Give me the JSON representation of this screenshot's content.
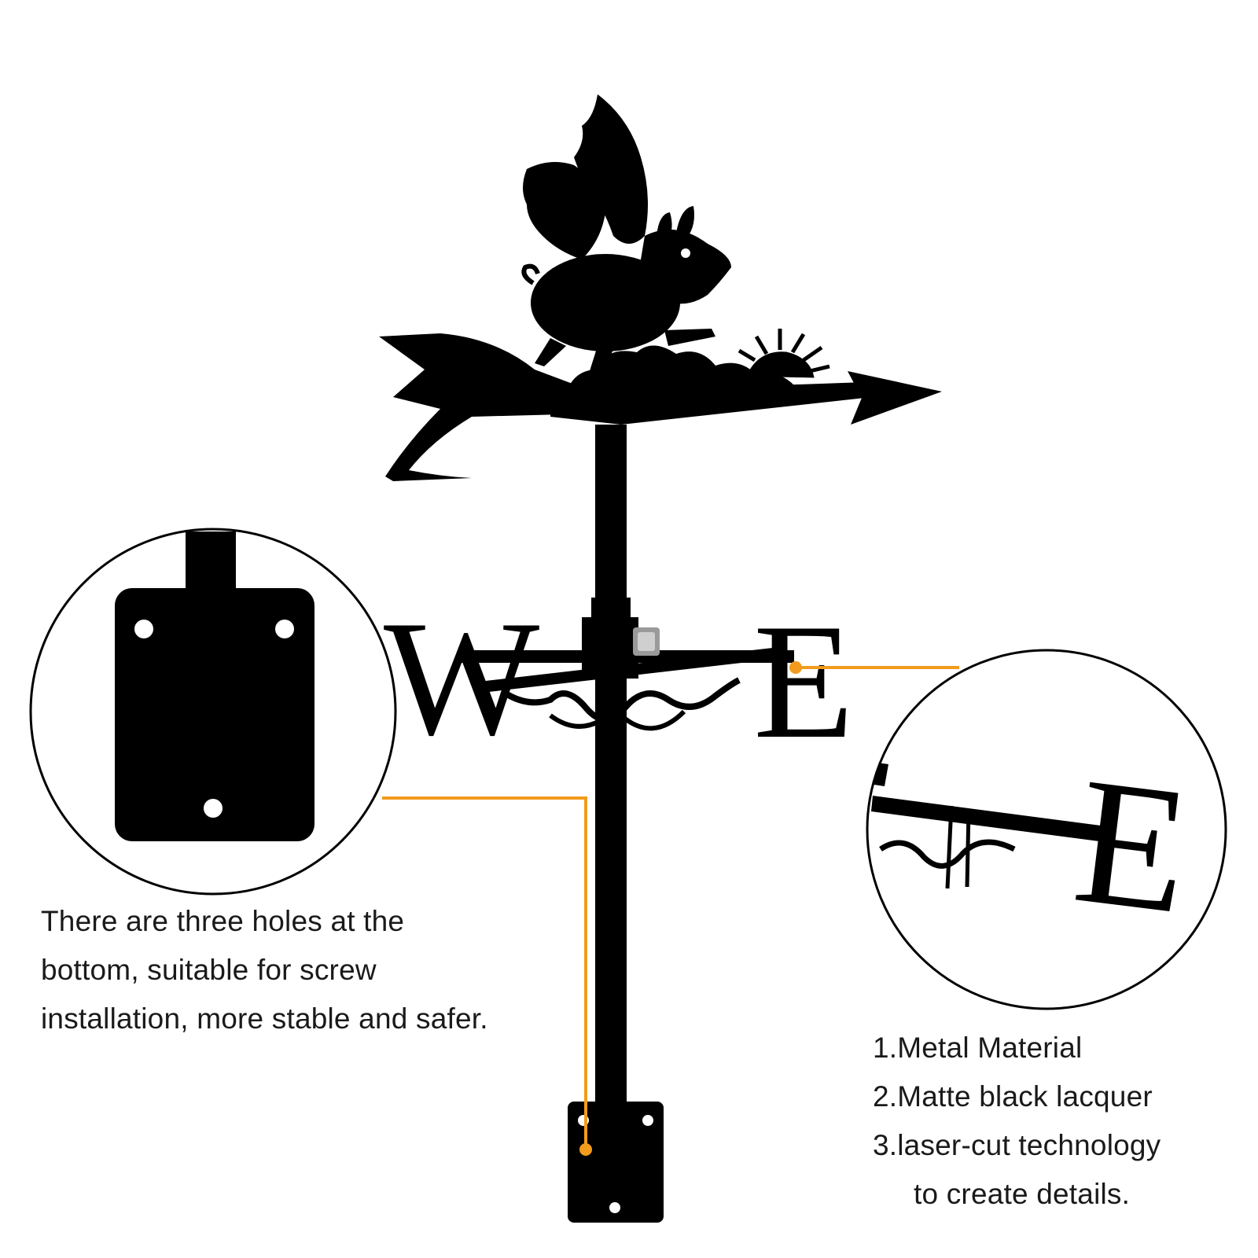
{
  "compass": {
    "west": "W",
    "east": "E"
  },
  "zoom_east": {
    "letter": "E"
  },
  "caption_left": {
    "line1": "There are three holes at the",
    "line2": "bottom, suitable for screw",
    "line3": "installation, more stable and safer."
  },
  "features": [
    {
      "text": "1.Metal Material"
    },
    {
      "text": "2.Matte black lacquer"
    },
    {
      "text": "3.laser-cut technology"
    },
    {
      "text": "to create details."
    }
  ],
  "colors": {
    "callout": "#F29B1D",
    "product": "#000000",
    "background": "#FFFFFF"
  }
}
